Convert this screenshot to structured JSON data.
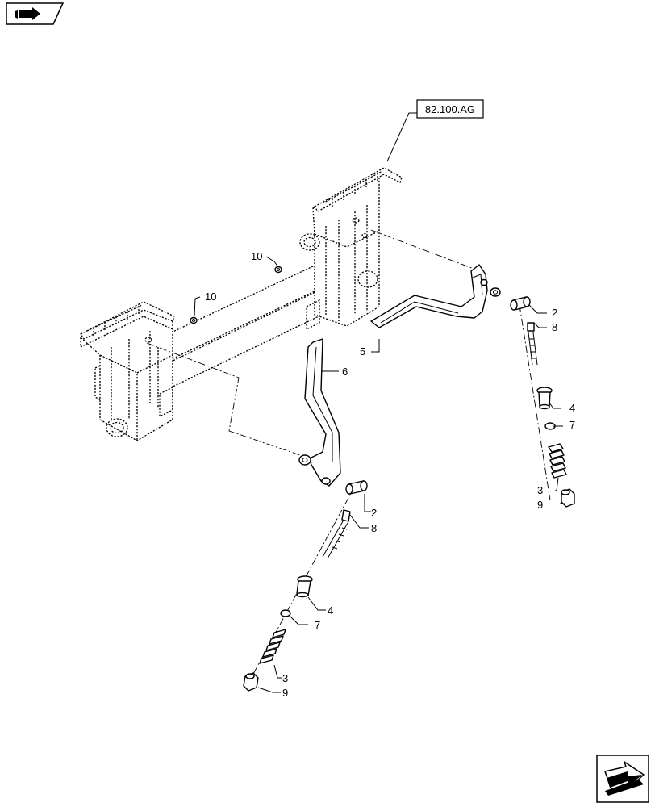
{
  "header": {
    "icon": "book-arrow-icon"
  },
  "reference_box": {
    "label": "82.100.AG"
  },
  "callouts": {
    "c2a": "2",
    "c8a": "8",
    "c5": "5",
    "c4a": "4",
    "c7a": "7",
    "c3a": "3",
    "c9a": "9",
    "c6": "6",
    "c2b": "2",
    "c8b": "8",
    "c4b": "4",
    "c7b": "7",
    "c3b": "3",
    "c9b": "9",
    "c10a": "10",
    "c10b": "10"
  },
  "footer": {
    "icon": "next-page-arrow-icon"
  }
}
